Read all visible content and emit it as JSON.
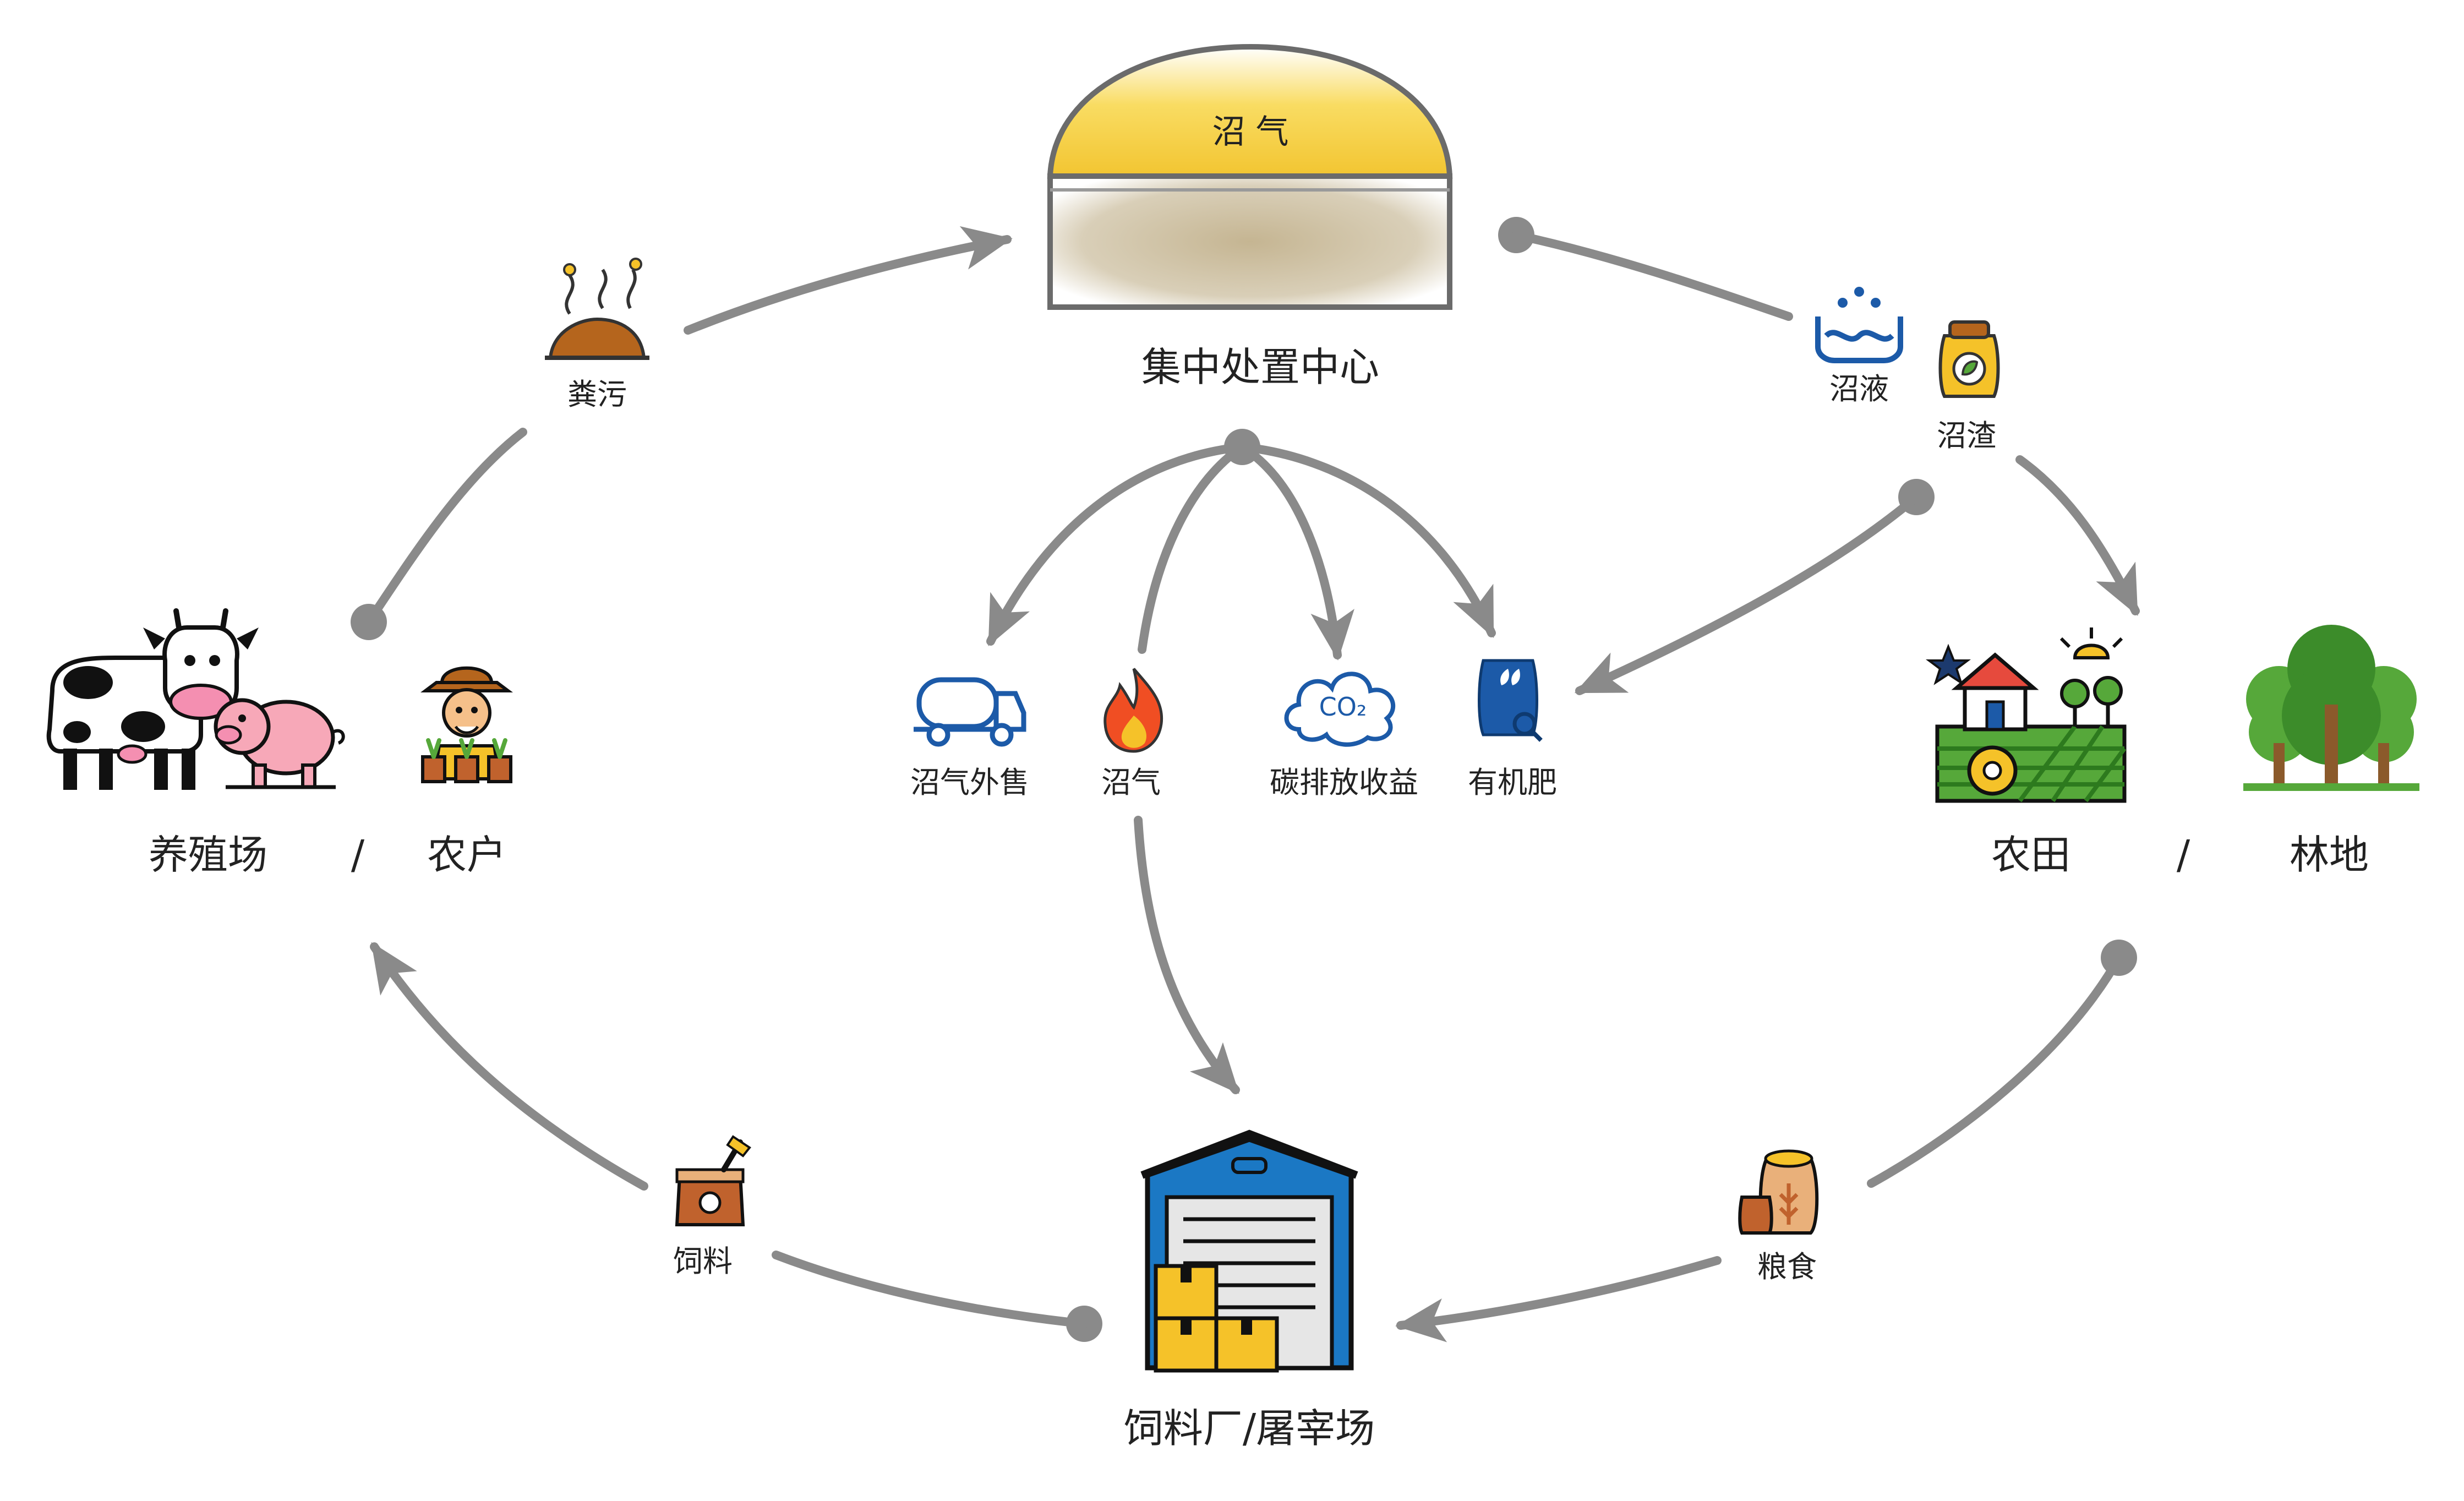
{
  "nodes": {
    "center": "集中处置中心",
    "dome_label": "沼 气",
    "farm": "养殖场",
    "farmer": "农户",
    "separator_left": "/",
    "farmland": "农田",
    "forest": "林地",
    "separator_right": "/",
    "factory": "饲料厂/屠宰场"
  },
  "items": {
    "manure": "粪污",
    "biogas_liquid": "沼液",
    "biogas_residue": "沼渣",
    "biogas_sale": "沼气外售",
    "biogas": "沼气",
    "carbon_revenue": "碳排放收益",
    "organic_fertilizer": "有机肥",
    "grain": "粮食",
    "feed": "饲料"
  },
  "icon_texts": {
    "co2": "CO₂"
  },
  "colors": {
    "arrow": "#8a8a8a",
    "dome_gas": "#f2c531",
    "tank_body": "#c8b99a",
    "warehouse_blue": "#1b78c4",
    "box_yellow": "#f5c229",
    "tree_green": "#56a83a",
    "icon_blue": "#1c5aa8"
  }
}
